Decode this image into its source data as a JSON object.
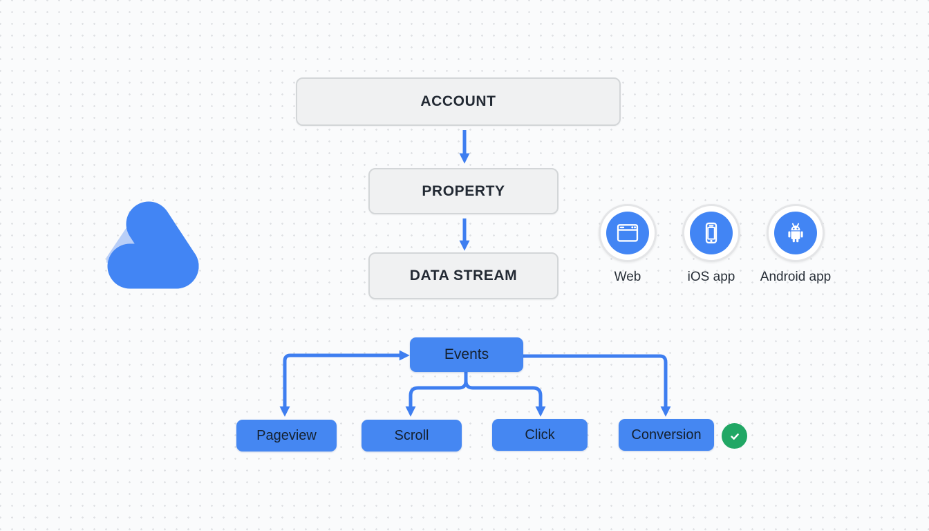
{
  "diagram": {
    "logo": "analytics-triangle-logo",
    "hierarchy": [
      {
        "id": "account",
        "label": "ACCOUNT"
      },
      {
        "id": "property",
        "label": "PROPERTY"
      },
      {
        "id": "data-stream",
        "label": "DATA STREAM"
      }
    ],
    "platforms": [
      {
        "id": "web",
        "label": "Web",
        "icon": "browser-window-icon"
      },
      {
        "id": "ios",
        "label": "iOS app",
        "icon": "smartphone-icon"
      },
      {
        "id": "android",
        "label": "Android app",
        "icon": "android-robot-icon"
      }
    ],
    "events": {
      "root": "Events",
      "children": [
        {
          "id": "pageview",
          "label": "Pageview"
        },
        {
          "id": "scroll",
          "label": "Scroll"
        },
        {
          "id": "click",
          "label": "Click"
        },
        {
          "id": "conversion",
          "label": "Conversion",
          "badge": "green-checkmark-icon"
        }
      ]
    },
    "connections": [
      {
        "from": "account",
        "to": "property"
      },
      {
        "from": "property",
        "to": "data-stream"
      },
      {
        "from": "events",
        "to": "pageview",
        "bidirectional": true
      },
      {
        "from": "events",
        "to": "scroll"
      },
      {
        "from": "events",
        "to": "click"
      },
      {
        "from": "events",
        "to": "conversion"
      }
    ]
  },
  "colors": {
    "blue": "#4285f4",
    "arrow_blue": "#3e7ef0",
    "light_blue": "#b9cff8",
    "gray_box_bg": "#f0f1f2",
    "gray_box_border": "#d3d6d8",
    "dark_text": "#222933",
    "green": "#21a765",
    "background": "#fafbfc",
    "dot_grid": "#dfe1e4"
  }
}
